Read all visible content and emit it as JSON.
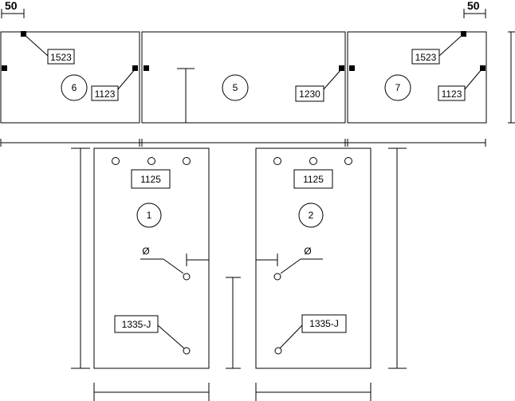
{
  "dimensions": {
    "left_width": "50",
    "right_width": "50"
  },
  "top_panels": {
    "left": {
      "number": "6",
      "label_top": "1523",
      "label_side": "1123"
    },
    "center": {
      "number": "5",
      "label_side": "1230"
    },
    "right": {
      "number": "7",
      "label_top": "1523",
      "label_side": "1123"
    }
  },
  "bottom_panels": {
    "left": {
      "number": "1",
      "label_top": "1125",
      "label_bottom": "1335-J",
      "switch_symbol": "Ø"
    },
    "right": {
      "number": "2",
      "label_top": "1125",
      "label_bottom": "1335-J",
      "switch_symbol": "Ø"
    }
  }
}
